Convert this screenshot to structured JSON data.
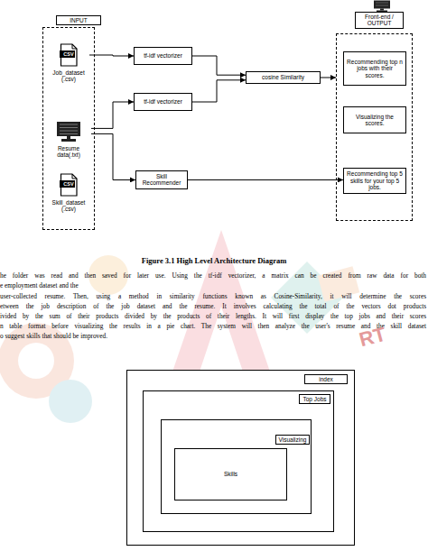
{
  "diagram": {
    "caption": "Figure 3.1 High Level Architecture Diagram",
    "nodes": [
      {
        "text": [
          "INPUT"
        ]
      },
      {
        "text": [
          "CSV",
          "Job_dataset (.csv)"
        ],
        "in": 0
      },
      {
        "text": [
          "Resume data(.txt)"
        ],
        "in": 0
      },
      {
        "text": [
          "CSV",
          "Skill_dataset (.csv)"
        ],
        "in": 0
      },
      {
        "text": [
          "tf-idf vectorizer"
        ]
      },
      {
        "text": [
          "tf-idf vectorizer"
        ]
      },
      {
        "text": [
          "cosine Similarity"
        ]
      },
      {
        "text": [
          "Skill Recommender"
        ]
      },
      {
        "text": [
          "Front-end / OUTPUT"
        ]
      },
      {
        "text": [
          "Recommending top n jobs with their scores."
        ],
        "in": 8
      },
      {
        "text": [
          "Visualizing the scores."
        ],
        "in": 8
      },
      {
        "text": [
          "Recommending top 5 skills for your top 5 jobs."
        ],
        "in": 8
      },
      {
        "text": [
          "index"
        ]
      },
      {
        "text": [
          "Top Jobs"
        ],
        "in": 12
      },
      {
        "text": [
          "Visualizing"
        ],
        "in": 13
      },
      {
        "text": [
          "Skills"
        ],
        "in": 14
      }
    ],
    "edges": [
      {
        "from": 1,
        "to": 4,
        "arrow": "to"
      },
      {
        "from": 2,
        "to": 5,
        "arrow": "to"
      },
      {
        "from": 2,
        "to": 7,
        "arrow": "to"
      },
      {
        "from": 4,
        "to": 6,
        "arrow": "to"
      },
      {
        "from": 5,
        "to": 6,
        "arrow": "to"
      },
      {
        "from": 6,
        "to": 8,
        "arrow": "to"
      },
      {
        "from": 7,
        "to": 11,
        "arrow": "to"
      }
    ],
    "labels": [
      "he folder was read and then saved for later use. Using the tf-idf vectorizer, a matrix can be created from raw data for both",
      "e employment dataset and the",
      "user-collected resume. Then, using a method in similarity functions known as Cosine-Similarity, it will determine the scores",
      "etween the job description of the job dataset and the resume. It involves calculating the total of the vectors dot products",
      "ivided by the sum of their products divided by the products of their lengths. It will first display the top jobs and their scores",
      "n table format before visualizing the results in a pie chart. The system will then analyze the user's resume and the skill dataset",
      "o suggest skills that should be improved.",
      "RT"
    ]
  }
}
